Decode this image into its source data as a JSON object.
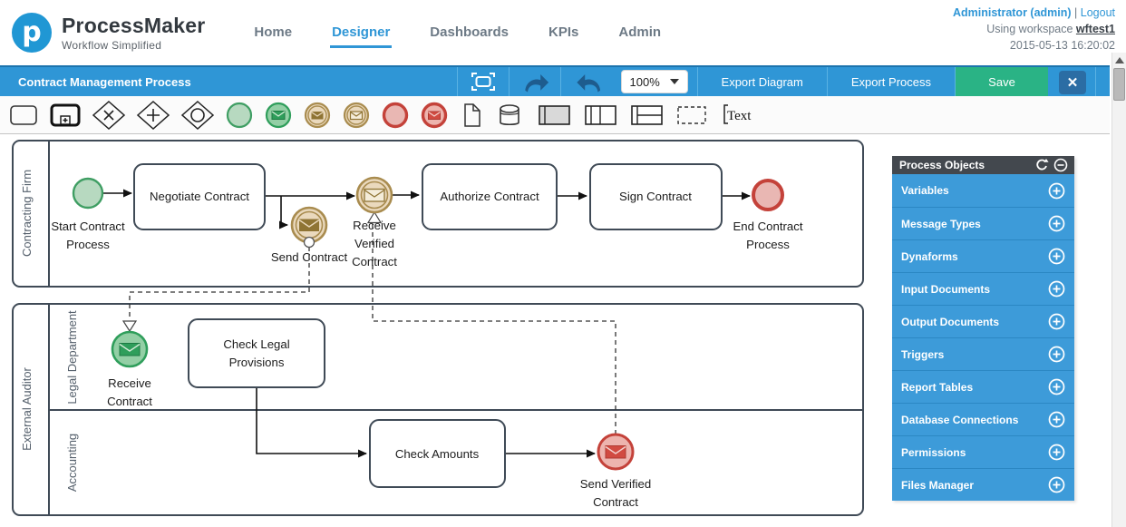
{
  "header": {
    "brand": {
      "name": "ProcessMaker",
      "tagline": "Workflow Simplified",
      "logo_letter": "p"
    },
    "nav": [
      {
        "label": "Home"
      },
      {
        "label": "Designer"
      },
      {
        "label": "Dashboards"
      },
      {
        "label": "KPIs"
      },
      {
        "label": "Admin"
      }
    ],
    "user": {
      "name": "Administrator (admin)",
      "separator": "|",
      "logout": "Logout",
      "workspace_prefix": "Using workspace",
      "workspace": "wftest1",
      "datetime": "2015-05-13 16:20:02"
    }
  },
  "toolbar": {
    "title": "Contract Management Process",
    "zoom": "100%",
    "export_diagram": "Export Diagram",
    "export_process": "Export Process",
    "save": "Save",
    "close": "✕",
    "colors": {
      "bar": "#2f96d6",
      "save": "#2ab385",
      "close": "#2b6da4"
    }
  },
  "palette": {
    "icons": [
      "task-icon",
      "subprocess-icon",
      "exclusive-gateway-icon",
      "parallel-gateway-icon",
      "inclusive-gateway-icon",
      "start-event-icon",
      "message-start-event-icon",
      "message-intermediate-throw-event-icon",
      "message-intermediate-catch-event-icon",
      "end-event-icon",
      "message-end-event-icon",
      "document-icon",
      "database-icon",
      "pool-icon",
      "pool-divided-icon",
      "lane-icon",
      "group-icon",
      "text-annotation-icon"
    ],
    "text_label": "Text"
  },
  "diagram": {
    "pools": {
      "contracting_firm": {
        "label": "Contracting Firm"
      },
      "external_auditor": {
        "label": "External Auditor",
        "lanes": {
          "legal": "Legal Department",
          "accounting": "Accounting"
        }
      }
    },
    "tasks": {
      "negotiate": "Negotiate Contract",
      "authorize": "Authorize Contract",
      "sign": "Sign Contract",
      "check_legal": {
        "line1": "Check Legal",
        "line2": "Provisions"
      },
      "check_amounts": "Check Amounts"
    },
    "events": {
      "start": {
        "lines": [
          "Start Contract",
          "Process"
        ]
      },
      "send_contract": {
        "lines": [
          "Send Contract"
        ]
      },
      "receive_verified": {
        "lines": [
          "Receive",
          "Verified",
          "Contract"
        ]
      },
      "end": {
        "lines": [
          "End Contract",
          "Process"
        ]
      },
      "receive_contract": {
        "lines": [
          "Receive",
          "Contract"
        ]
      },
      "send_verified": {
        "lines": [
          "Send Verified",
          "Contract"
        ]
      }
    },
    "colors": {
      "node_border": "#3f4a56",
      "start_event_ring": "#3f9e63",
      "message_event_green": "#2f9e5b",
      "intermediate_ring": "#a98c4f",
      "end_event_ring": "#c4423a"
    }
  },
  "panel": {
    "title": "Process Objects",
    "items": [
      "Variables",
      "Message Types",
      "Dynaforms",
      "Input Documents",
      "Output Documents",
      "Triggers",
      "Report Tables",
      "Database Connections",
      "Permissions",
      "Files Manager"
    ],
    "colors": {
      "header": "#43484e",
      "row": "#3d9bd9"
    }
  }
}
